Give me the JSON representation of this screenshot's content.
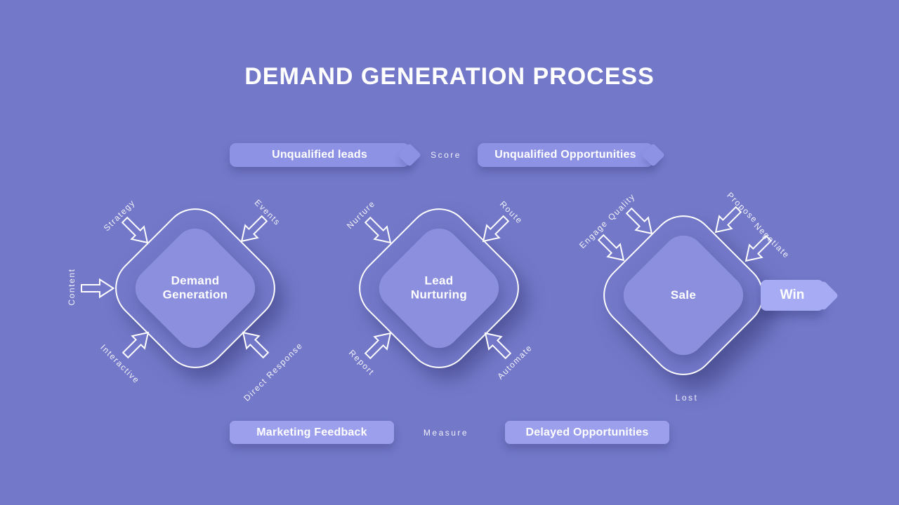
{
  "slide": {
    "title": "DEMAND GENERATION PROCESS"
  },
  "top_flow": {
    "left_banner": "Unqualified leads",
    "connector_label": "Score",
    "right_banner": "Unqualified Opportunities"
  },
  "bottom_flow": {
    "left_banner": "Marketing Feedback",
    "connector_label": "Measure",
    "right_banner": "Delayed Opportunities"
  },
  "stages": [
    {
      "name_lines": [
        "Demand",
        "Generation"
      ],
      "inputs": [
        "Strategy",
        "Events",
        "Content",
        "Interactive",
        "Direct Response"
      ]
    },
    {
      "name_lines": [
        "Lead",
        "Nurturing"
      ],
      "inputs": [
        "Nurture",
        "Route",
        "Report",
        "Automate"
      ]
    },
    {
      "name_lines": [
        "Sale"
      ],
      "inputs": [
        "Engage",
        "Quality",
        "Propose",
        "Negotiate"
      ],
      "outputs": {
        "win": "Win",
        "lost": "Lost"
      }
    }
  ],
  "colors": {
    "background": "#7378C9",
    "banner": "#8E92E5",
    "banner_bottom": "#9CA0EC",
    "inner_diamond": "#8B8FDE",
    "win_banner": "#A7ABF4",
    "text": "#FFFFFF"
  }
}
